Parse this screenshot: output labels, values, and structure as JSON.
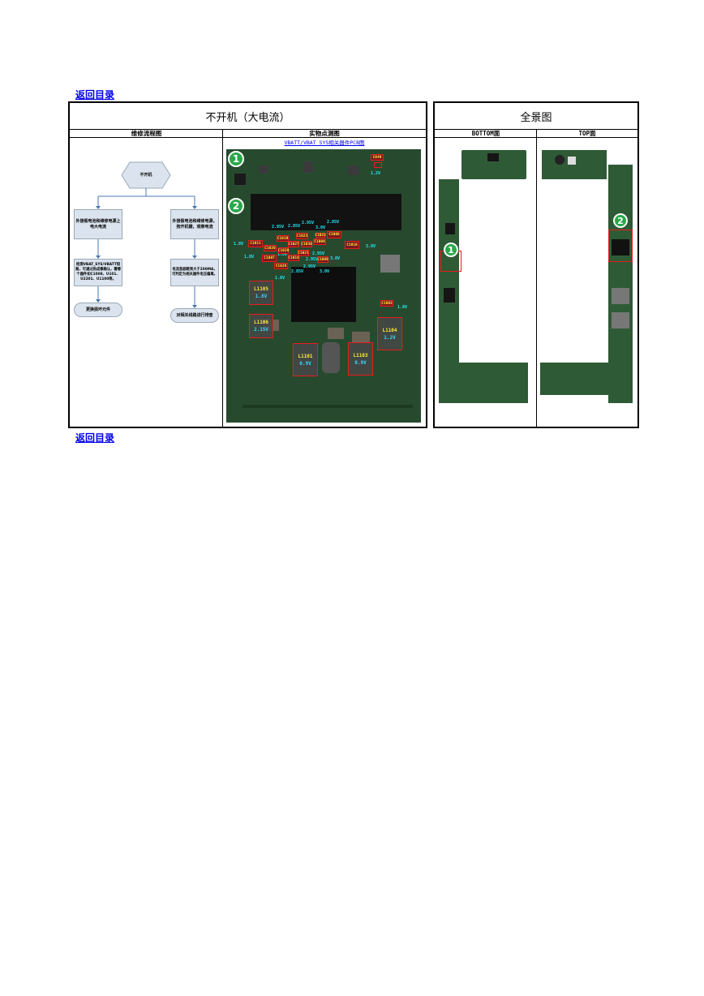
{
  "nav": {
    "back_top": "返回目录",
    "back_bottom": "返回目录"
  },
  "left_panel": {
    "title": "不开机（大电流）",
    "col_flowchart": "维修流程图",
    "col_photo": "实物点测图",
    "photo_link": "VBATT/VBAT_SYS相关器件PCB图"
  },
  "right_panel": {
    "title": "全景图",
    "col_bottom": "BOTTOM面",
    "col_top": "TOP面"
  },
  "flowchart": {
    "start": "不开机",
    "left_step1": "外接假电池和维修电源上电大电流",
    "left_step2": "检测VBAT_SYS/VBATT短路，可通过热成像确认，看哪个器件如C1008、U101、U2201、U1100等。",
    "left_end": "更换损坏元件",
    "right_step1": "外接假电池和维修电源，按开机键，观察电流",
    "right_step2": "电流急剧跳到大于200MA，可判定为相关器件电压偏离。",
    "right_end": "对相关线路进行排查"
  },
  "photo": {
    "markers": [
      "1",
      "2"
    ],
    "top_cap": "C849",
    "top_cap_voltage": "1.2V",
    "voltages": [
      "2.95V",
      "2.85V",
      "2.95V",
      "3.0V",
      "2.85V",
      "1.8V",
      "1.8V",
      "1.8V",
      "3.0V",
      "2.95V",
      "2.85V",
      "3.0V",
      "2.95V",
      "3.0V",
      "1.8V",
      "2.95V"
    ],
    "small_caps": [
      "C1019",
      "C1011",
      "C1020",
      "C1023",
      "C1027",
      "C1030",
      "C1029",
      "C1008",
      "C1004",
      "C1018",
      "C1021",
      "C1016",
      "C1007",
      "C1009",
      "C1028",
      "C1022"
    ],
    "cap_right": "C1003",
    "cap_right_voltage": "1.8V",
    "inductors": [
      {
        "name": "L1105",
        "voltage": "1.8V"
      },
      {
        "name": "L1106",
        "voltage": "2.15V"
      },
      {
        "name": "L1101",
        "voltage": "0.9V"
      },
      {
        "name": "L1103",
        "voltage": "0.9V"
      },
      {
        "name": "L1104",
        "voltage": "1.2V"
      }
    ]
  },
  "overview": {
    "bottom_marker": "1",
    "top_marker": "2"
  },
  "colors": {
    "link": "#0000ee",
    "pcb": "#274a2e",
    "highlight": "#e81c1c",
    "marker": "#2aa84a",
    "voltage_text": "#22eeff"
  }
}
